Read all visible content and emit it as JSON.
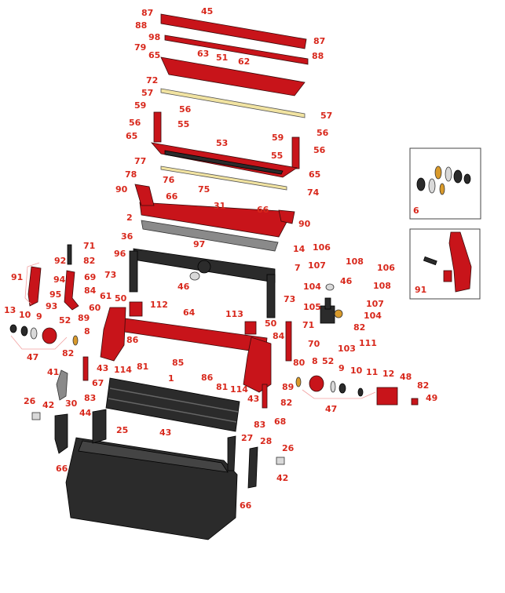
{
  "diagram": {
    "title": "Cutting unit exploded parts view",
    "label_color": "#d8281c",
    "part_color": "#c8141a",
    "callouts": [
      "87",
      "45",
      "88",
      "98",
      "87",
      "79",
      "63",
      "51",
      "88",
      "65",
      "62",
      "72",
      "57",
      "56",
      "59",
      "57",
      "56",
      "55",
      "65",
      "59",
      "56",
      "53",
      "56",
      "55",
      "77",
      "65",
      "78",
      "76",
      "75",
      "74",
      "90",
      "66",
      "31",
      "66",
      "90",
      "2",
      "36",
      "97",
      "14",
      "96",
      "7",
      "46",
      "71",
      "92",
      "82",
      "91",
      "94",
      "69",
      "95",
      "73",
      "84",
      "93",
      "61",
      "50",
      "60",
      "112",
      "64",
      "113",
      "13",
      "10",
      "9",
      "52",
      "89",
      "8",
      "86",
      "85",
      "47",
      "82",
      "43",
      "114",
      "81",
      "41",
      "67",
      "1",
      "86",
      "81",
      "114",
      "83",
      "26",
      "42",
      "30",
      "44",
      "25",
      "43",
      "27",
      "28",
      "26",
      "66",
      "42",
      "66",
      "106",
      "108",
      "107",
      "106",
      "46",
      "104",
      "108",
      "105",
      "107",
      "73",
      "104",
      "71",
      "82",
      "70",
      "111",
      "84",
      "50",
      "103",
      "80",
      "8",
      "52",
      "9",
      "10",
      "11",
      "12",
      "48",
      "82",
      "49",
      "47",
      "89",
      "82",
      "43",
      "68",
      "83"
    ],
    "insets": [
      {
        "label": "6"
      },
      {
        "label": "91"
      }
    ]
  }
}
